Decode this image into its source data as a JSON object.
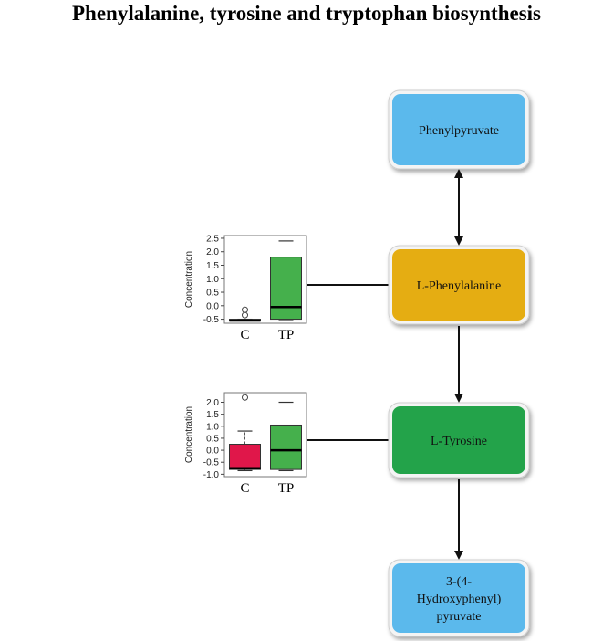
{
  "title": "Phenylalanine, tyrosine and tryptophan biosynthesis",
  "nodes": [
    {
      "id": "phenylpyruvate",
      "label_lines": [
        "Phenylpyruvate"
      ],
      "color": "#5bb9ec"
    },
    {
      "id": "l-phenylalanine",
      "label_lines": [
        "L-Phenylalanine"
      ],
      "color": "#e5ad12"
    },
    {
      "id": "l-tyrosine",
      "label_lines": [
        "L-Tyrosine"
      ],
      "color": "#23a34a"
    },
    {
      "id": "hydroxyphenylpyruvate",
      "label_lines": [
        "3-(4-",
        "Hydroxyphenyl)",
        "pyruvate"
      ],
      "color": "#5bb9ec"
    }
  ],
  "edges": [
    {
      "from": "phenylpyruvate",
      "to": "l-phenylalanine",
      "direction": "both"
    },
    {
      "from": "l-phenylalanine",
      "to": "l-tyrosine",
      "direction": "forward"
    },
    {
      "from": "l-tyrosine",
      "to": "hydroxyphenylpyruvate",
      "direction": "forward"
    }
  ],
  "chart_data": [
    {
      "type": "boxplot",
      "linked_node": "l-phenylalanine",
      "ylabel": "Concentration",
      "yticks": [
        -0.5,
        0.0,
        0.5,
        1.0,
        1.5,
        2.0,
        2.5
      ],
      "ytick_labels": [
        "-0.5",
        "0.0",
        "0.5",
        "1.0",
        "1.5",
        "2.0",
        "2.5"
      ],
      "ylim": [
        -0.65,
        2.6
      ],
      "categories": [
        "C",
        "TP"
      ],
      "boxes": [
        {
          "name": "C",
          "color": "#e0174a",
          "min": -0.55,
          "q1": -0.55,
          "median": -0.55,
          "q3": -0.5,
          "max": -0.5,
          "outliers": [
            -0.15,
            -0.35
          ]
        },
        {
          "name": "TP",
          "color": "#45b04c",
          "min": -0.55,
          "q1": -0.5,
          "median": -0.05,
          "q3": 1.8,
          "max": 2.4,
          "outliers": []
        }
      ]
    },
    {
      "type": "boxplot",
      "linked_node": "l-tyrosine",
      "ylabel": "Concentration",
      "yticks": [
        -1.0,
        -0.5,
        0.0,
        0.5,
        1.0,
        1.5,
        2.0
      ],
      "ytick_labels": [
        "-1.0",
        "-0.5",
        "0.0",
        "0.5",
        "1.0",
        "1.5",
        "2.0"
      ],
      "ylim": [
        -1.1,
        2.4
      ],
      "categories": [
        "C",
        "TP"
      ],
      "boxes": [
        {
          "name": "C",
          "color": "#e0174a",
          "min": -0.85,
          "q1": -0.8,
          "median": -0.75,
          "q3": 0.25,
          "max": 0.8,
          "outliers": [
            2.2
          ]
        },
        {
          "name": "TP",
          "color": "#45b04c",
          "min": -0.85,
          "q1": -0.8,
          "median": 0.0,
          "q3": 1.05,
          "max": 2.0,
          "outliers": []
        }
      ]
    }
  ]
}
